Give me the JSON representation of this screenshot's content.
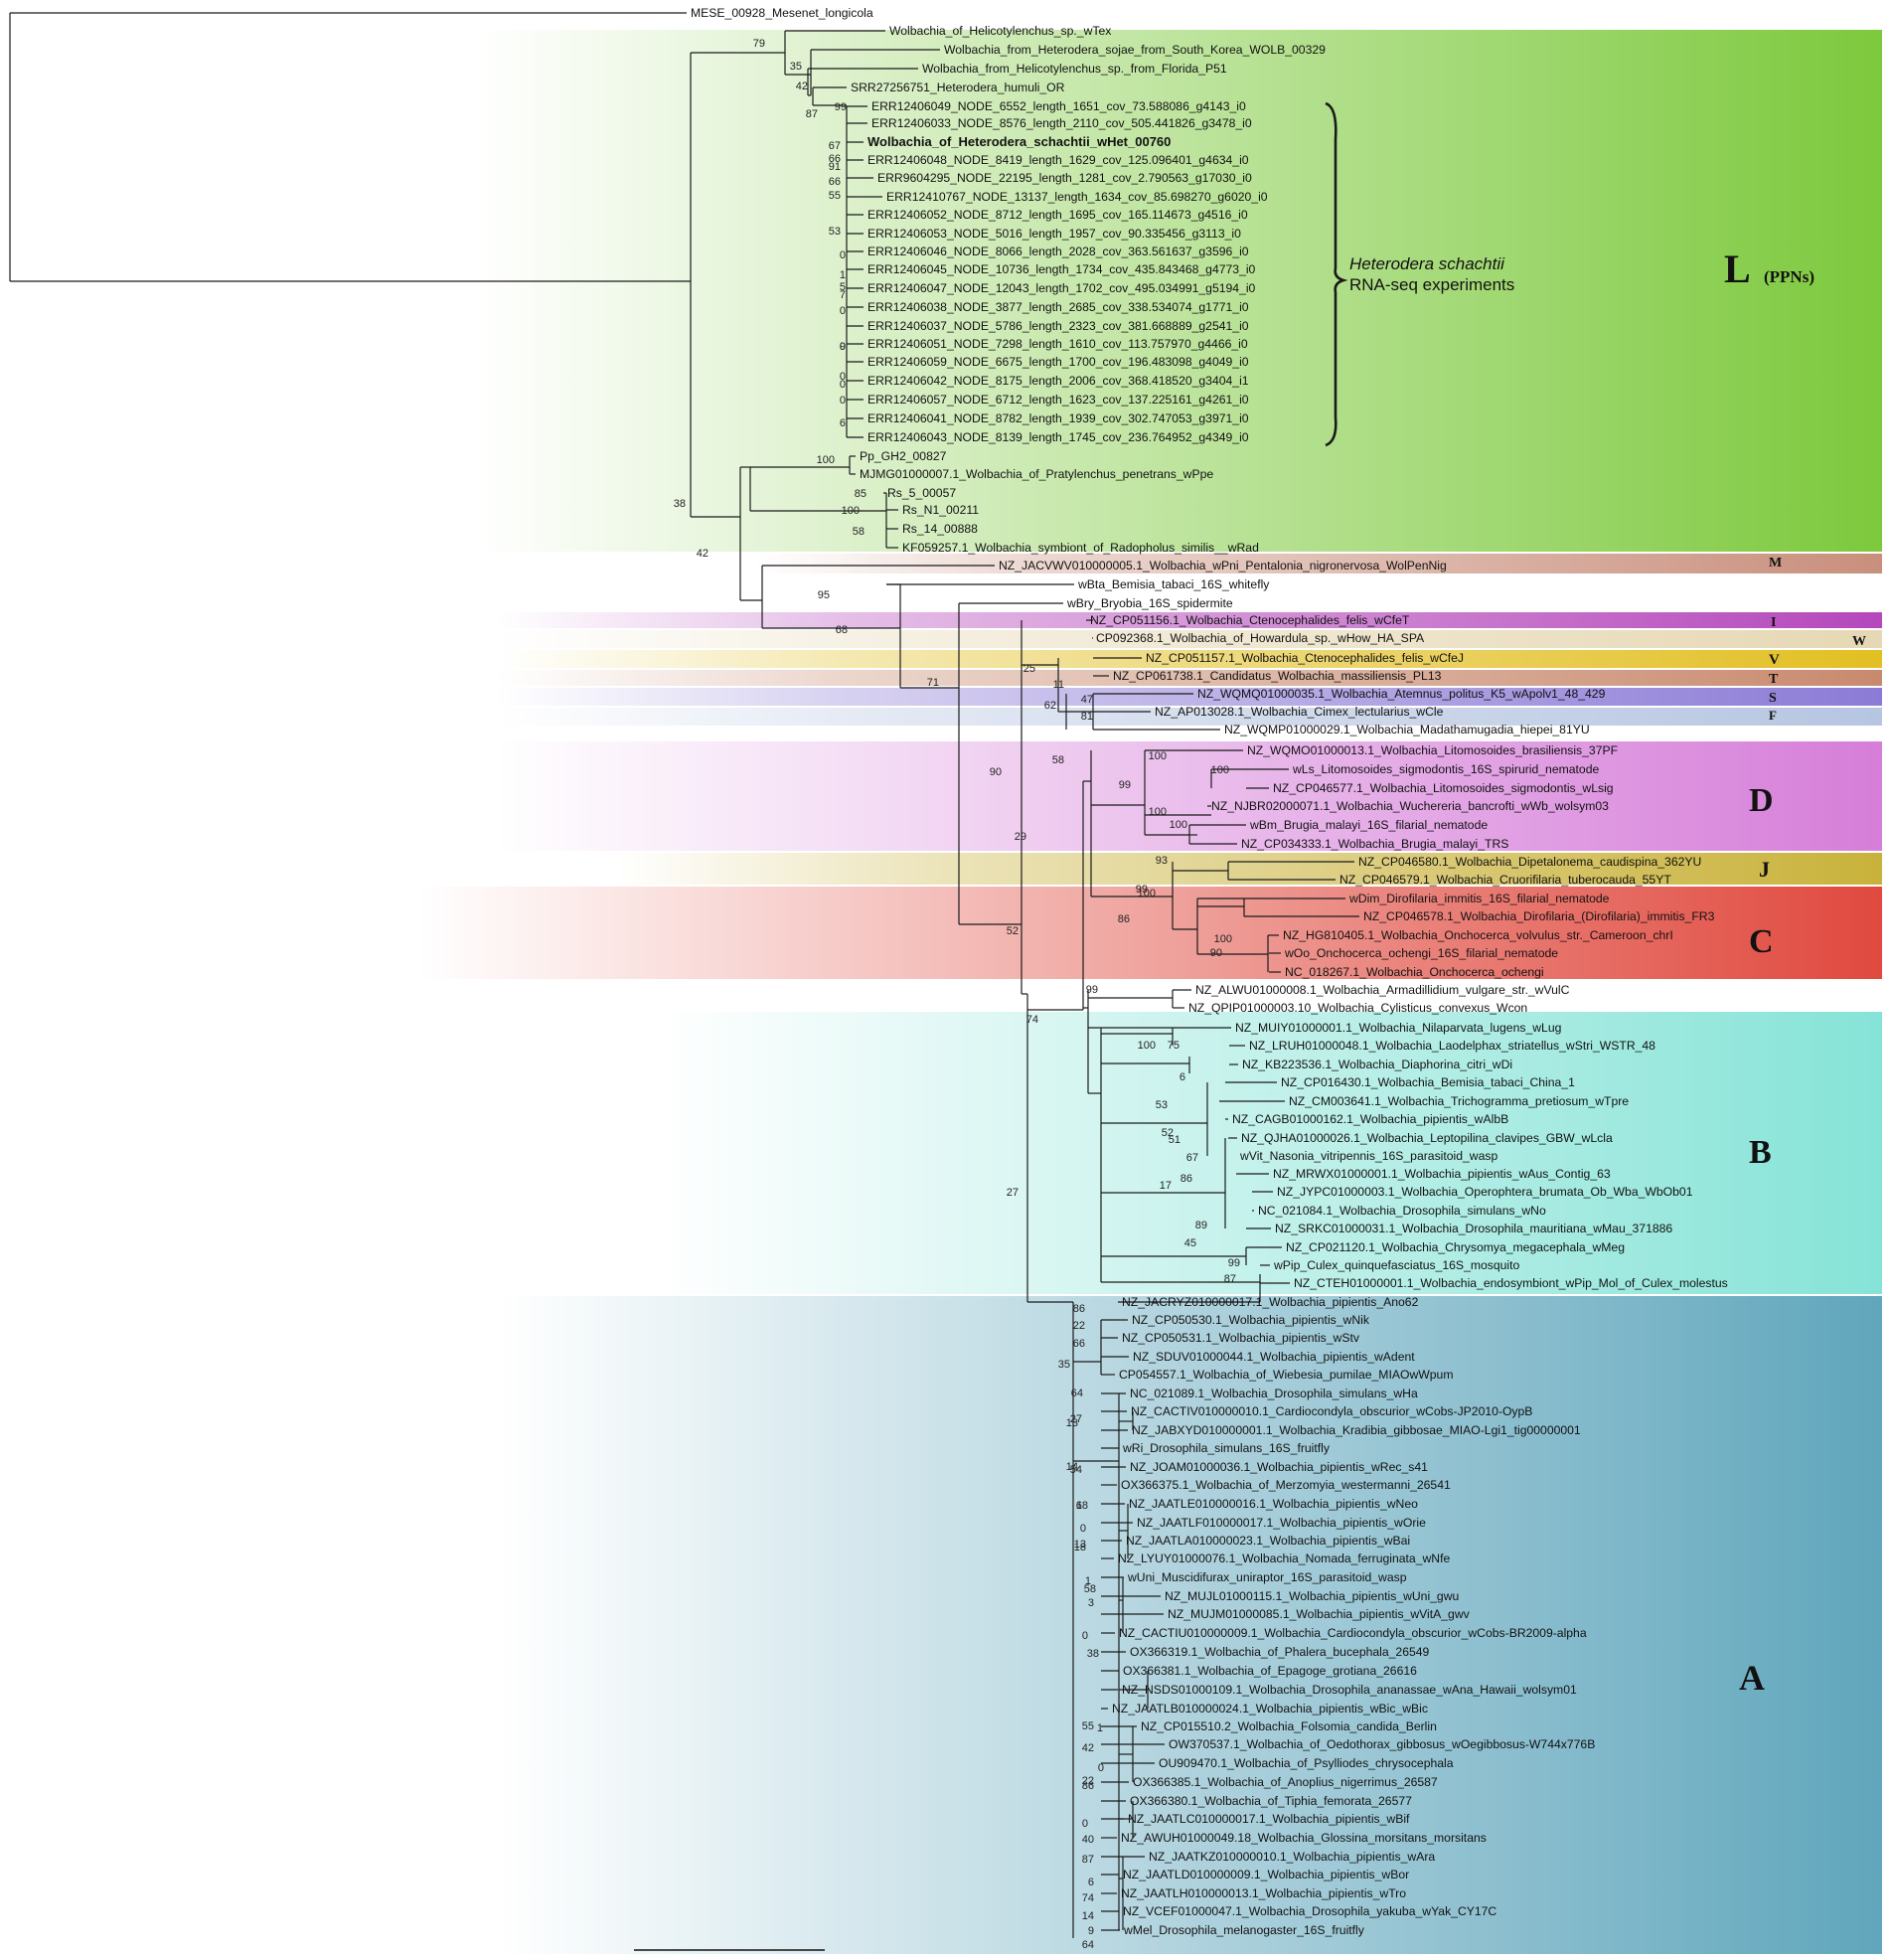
{
  "bands": [
    {
      "label": "L",
      "sub": "(PPNs)",
      "color": "#7dc93d",
      "tone": "big"
    },
    {
      "label": "M",
      "color": "#c98f7c",
      "tone": "thin"
    },
    {
      "label": "I",
      "color": "#b548bb",
      "tone": "thin"
    },
    {
      "label": "W",
      "color": "#e6d8b4",
      "tone": "thin"
    },
    {
      "label": "V",
      "color": "#e2bf22",
      "tone": "thin"
    },
    {
      "label": "T",
      "color": "#c88a6e",
      "tone": "thin"
    },
    {
      "label": "S",
      "color": "#8c7bd6",
      "tone": "thin"
    },
    {
      "label": "F",
      "color": "#b6c5e1",
      "tone": "thin"
    },
    {
      "label": "D",
      "color": "#d67ed9",
      "tone": "big"
    },
    {
      "label": "J",
      "color": "#c9b23b",
      "tone": "mid"
    },
    {
      "label": "C",
      "color": "#e0493e",
      "tone": "big"
    },
    {
      "label": "B",
      "color": "#86e3d7",
      "tone": "big"
    },
    {
      "label": "A",
      "color": "#60a6bc",
      "tone": "big"
    }
  ],
  "annotation": {
    "line1": "Heterodera schachtii",
    "line2": "RNA-seq experiments"
  },
  "tips": [
    "MESE_00928_Mesenet_longicola",
    "Wolbachia_of_Helicotylenchus_sp._wTex",
    "Wolbachia_from_Heterodera_sojae_from_South_Korea_WOLB_00329",
    "Wolbachia_from_Helicotylenchus_sp._from_Florida_P51",
    "SRR27256751_Heterodera_humuli_OR",
    "ERR12406049_NODE_6552_length_1651_cov_73.588086_g4143_i0",
    "ERR12406033_NODE_8576_length_2110_cov_505.441826_g3478_i0",
    "Wolbachia_of_Heterodera_schachtii_wHet_00760",
    "ERR12406048_NODE_8419_length_1629_cov_125.096401_g4634_i0",
    "ERR9604295_NODE_22195_length_1281_cov_2.790563_g17030_i0",
    "ERR12410767_NODE_13137_length_1634_cov_85.698270_g6020_i0",
    "ERR12406052_NODE_8712_length_1695_cov_165.114673_g4516_i0",
    "ERR12406053_NODE_5016_length_1957_cov_90.335456_g3113_i0",
    "ERR12406046_NODE_8066_length_2028_cov_363.561637_g3596_i0",
    "ERR12406045_NODE_10736_length_1734_cov_435.843468_g4773_i0",
    "ERR12406047_NODE_12043_length_1702_cov_495.034991_g5194_i0",
    "ERR12406038_NODE_3877_length_2685_cov_338.534074_g1771_i0",
    "ERR12406037_NODE_5786_length_2323_cov_381.668889_g2541_i0",
    "ERR12406051_NODE_7298_length_1610_cov_113.757970_g4466_i0",
    "ERR12406059_NODE_6675_length_1700_cov_196.483098_g4049_i0",
    "ERR12406042_NODE_8175_length_2006_cov_368.418520_g3404_i1",
    "ERR12406057_NODE_6712_length_1623_cov_137.225161_g4261_i0",
    "ERR12406041_NODE_8782_length_1939_cov_302.747053_g3971_i0",
    "ERR12406043_NODE_8139_length_1745_cov_236.764952_g4349_i0",
    "Pp_GH2_00827",
    "MJMG01000007.1_Wolbachia_of_Pratylenchus_penetrans_wPpe",
    "Rs_5_00057",
    "Rs_N1_00211",
    "Rs_14_00888",
    "KF059257.1_Wolbachia_symbiont_of_Radopholus_similis__wRad",
    "NZ_JACVWV010000005.1_Wolbachia_wPni_Pentalonia_nigronervosa_WolPenNig",
    "wBta_Bemisia_tabaci_16S_whitefly",
    "wBry_Bryobia_16S_spidermite",
    "NZ_CP051156.1_Wolbachia_Ctenocephalides_felis_wCfeT",
    "CP092368.1_Wolbachia_of_Howardula_sp._wHow_HA_SPA",
    "NZ_CP051157.1_Wolbachia_Ctenocephalides_felis_wCfeJ",
    "NZ_CP061738.1_Candidatus_Wolbachia_massiliensis_PL13",
    "NZ_WQMQ01000035.1_Wolbachia_Atemnus_politus_K5_wApolv1_48_429",
    "NZ_AP013028.1_Wolbachia_Cimex_lectularius_wCle",
    "NZ_WQMP01000029.1_Wolbachia_Madathamugadia_hiepei_81YU",
    "NZ_WQMO01000013.1_Wolbachia_Litomosoides_brasiliensis_37PF",
    "wLs_Litomosoides_sigmodontis_16S_spirurid_nematode",
    "NZ_CP046577.1_Wolbachia_Litomosoides_sigmodontis_wLsig",
    "NZ_NJBR02000071.1_Wolbachia_Wuchereria_bancrofti_wWb_wolsym03",
    "wBm_Brugia_malayi_16S_filarial_nematode",
    "NZ_CP034333.1_Wolbachia_Brugia_malayi_TRS",
    "NZ_CP046580.1_Wolbachia_Dipetalonema_caudispina_362YU",
    "NZ_CP046579.1_Wolbachia_Cruorifilaria_tuberocauda_55YT",
    "wDim_Dirofilaria_immitis_16S_filarial_nematode",
    "NZ_CP046578.1_Wolbachia_Dirofilaria_(Dirofilaria)_immitis_FR3",
    "NZ_HG810405.1_Wolbachia_Onchocerca_volvulus_str._Cameroon_chrI",
    "wOo_Onchocerca_ochengi_16S_filarial_nematode",
    "NC_018267.1_Wolbachia_Onchocerca_ochengi",
    "NZ_ALWU01000008.1_Wolbachia_Armadillidium_vulgare_str._wVulC",
    "NZ_QPIP01000003.10_Wolbachia_Cylisticus_convexus_Wcon",
    "NZ_MUIY01000001.1_Wolbachia_Nilaparvata_lugens_wLug",
    "NZ_LRUH01000048.1_Wolbachia_Laodelphax_striatellus_wStri_WSTR_48",
    "NZ_KB223536.1_Wolbachia_Diaphorina_citri_wDi",
    "NZ_CP016430.1_Wolbachia_Bemisia_tabaci_China_1",
    "NZ_CM003641.1_Wolbachia_Trichogramma_pretiosum_wTpre",
    "NZ_CAGB01000162.1_Wolbachia_pipientis_wAlbB",
    "NZ_QJHA01000026.1_Wolbachia_Leptopilina_clavipes_GBW_wLcla",
    "wVit_Nasonia_vitripennis_16S_parasitoid_wasp",
    "NZ_MRWX01000001.1_Wolbachia_pipientis_wAus_Contig_63",
    "NZ_JYPC01000003.1_Wolbachia_Operophtera_brumata_Ob_Wba_WbOb01",
    "NC_021084.1_Wolbachia_Drosophila_simulans_wNo",
    "NZ_SRKC01000031.1_Wolbachia_Drosophila_mauritiana_wMau_371886",
    "NZ_CP021120.1_Wolbachia_Chrysomya_megacephala_wMeg",
    "wPip_Culex_quinquefasciatus_16S_mosquito",
    "NZ_CTEH01000001.1_Wolbachia_endosymbiont_wPip_Mol_of_Culex_molestus",
    "NZ_JACRYZ010000017.1_Wolbachia_pipientis_Ano62",
    "NZ_CP050530.1_Wolbachia_pipientis_wNik",
    "NZ_CP050531.1_Wolbachia_pipientis_wStv",
    "NZ_SDUV01000044.1_Wolbachia_pipientis_wAdent",
    "CP054557.1_Wolbachia_of_Wiebesia_pumilae_MIAOwWpum",
    "NC_021089.1_Wolbachia_Drosophila_simulans_wHa",
    "NZ_CACTIV010000010.1_Cardiocondyla_obscurior_wCobs-JP2010-OypB",
    "NZ_JABXYD010000001.1_Wolbachia_Kradibia_gibbosae_MIAO-Lgi1_tig00000001",
    "wRi_Drosophila_simulans_16S_fruitfly",
    "NZ_JOAM01000036.1_Wolbachia_pipientis_wRec_s41",
    "OX366375.1_Wolbachia_of_Merzomyia_westermanni_26541",
    "NZ_JAATLE010000016.1_Wolbachia_pipientis_wNeo",
    "NZ_JAATLF010000017.1_Wolbachia_pipientis_wOrie",
    "NZ_JAATLA010000023.1_Wolbachia_pipientis_wBai",
    "NZ_LYUY01000076.1_Wolbachia_Nomada_ferruginata_wNfe",
    "wUni_Muscidifurax_uniraptor_16S_parasitoid_wasp",
    "NZ_MUJL01000115.1_Wolbachia_pipientis_wUni_gwu",
    "NZ_MUJM01000085.1_Wolbachia_pipientis_wVitA_gwv",
    "NZ_CACTIU010000009.1_Wolbachia_Cardiocondyla_obscurior_wCobs-BR2009-alpha",
    "OX366319.1_Wolbachia_of_Phalera_bucephala_26549",
    "OX366381.1_Wolbachia_of_Epagoge_grotiana_26616",
    "NZ_NSDS01000109.1_Wolbachia_Drosophila_ananassae_wAna_Hawaii_wolsym01",
    "NZ_JAATLB010000024.1_Wolbachia_pipientis_wBic_wBic",
    "NZ_CP015510.2_Wolbachia_Folsomia_candida_Berlin",
    "OW370537.1_Wolbachia_of_Oedothorax_gibbosus_wOegibbosus-W744x776B",
    "OU909470.1_Wolbachia_of_Psylliodes_chrysocephala",
    "OX366385.1_Wolbachia_of_Anoplius_nigerrimus_26587",
    "OX366380.1_Wolbachia_of_Tiphia_femorata_26577",
    "NZ_JAATLC010000017.1_Wolbachia_pipientis_wBif",
    "NZ_AWUH01000049.18_Wolbachia_Glossina_morsitans_morsitans",
    "NZ_JAATKZ010000010.1_Wolbachia_pipientis_wAra",
    "NZ_JAATLD010000009.1_Wolbachia_pipientis_wBor",
    "NZ_JAATLH010000013.1_Wolbachia_pipientis_wTro",
    "NZ_VCEF01000047.1_Wolbachia_Drosophila_yakuba_wYak_CY17C",
    "wMel_Drosophila_melanogaster_16S_fruitfly"
  ],
  "support": [
    "79",
    "35",
    "42",
    "87",
    "99",
    "67",
    "66",
    "91",
    "66",
    "55",
    "53",
    "0",
    "1",
    "5",
    "7",
    "0",
    "0",
    "9",
    "0",
    "0",
    "0",
    "6",
    "100",
    "38",
    "85",
    "100",
    "58",
    "42",
    "95",
    "68",
    "71",
    "90",
    "25",
    "11",
    "62",
    "47",
    "81",
    "58",
    "100",
    "100",
    "99",
    "100",
    "100",
    "29",
    "93",
    "99",
    "100",
    "86",
    "100",
    "90",
    "52",
    "99",
    "74",
    "100",
    "75",
    "6",
    "53",
    "52",
    "51",
    "67",
    "86",
    "17",
    "89",
    "45",
    "99",
    "87",
    "27",
    "86",
    "22",
    "66",
    "35",
    "64",
    "27",
    "13",
    "14",
    "54",
    "1",
    "68",
    "0",
    "13",
    "18",
    "1",
    "58",
    "3",
    "0",
    "38",
    "55",
    "1",
    "42",
    "0",
    "22",
    "86",
    "0",
    "40",
    "87",
    "6",
    "74",
    "14",
    "9",
    "64"
  ]
}
